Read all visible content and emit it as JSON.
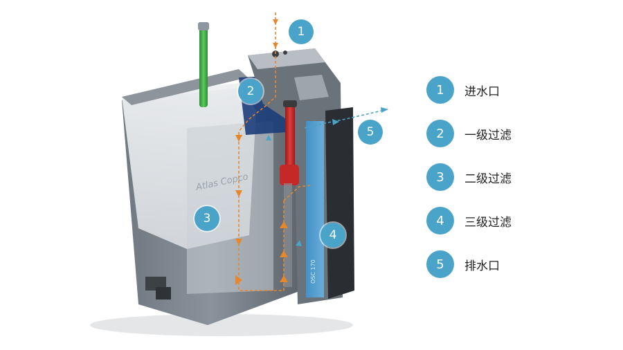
{
  "accent_color": "#4aa3c8",
  "flow_color": "#e8862a",
  "outlet_flow_color": "#4aa3c8",
  "device": {
    "side_label": "OSC 170",
    "brand_logo": "Atlas Copco"
  },
  "markers": [
    {
      "num": "1"
    },
    {
      "num": "2"
    },
    {
      "num": "3"
    },
    {
      "num": "4"
    },
    {
      "num": "5"
    }
  ],
  "legend": [
    {
      "num": "1",
      "label": "进水口"
    },
    {
      "num": "2",
      "label": "一级过滤"
    },
    {
      "num": "3",
      "label": "二级过滤"
    },
    {
      "num": "4",
      "label": "三级过滤"
    },
    {
      "num": "5",
      "label": "排水口"
    }
  ]
}
